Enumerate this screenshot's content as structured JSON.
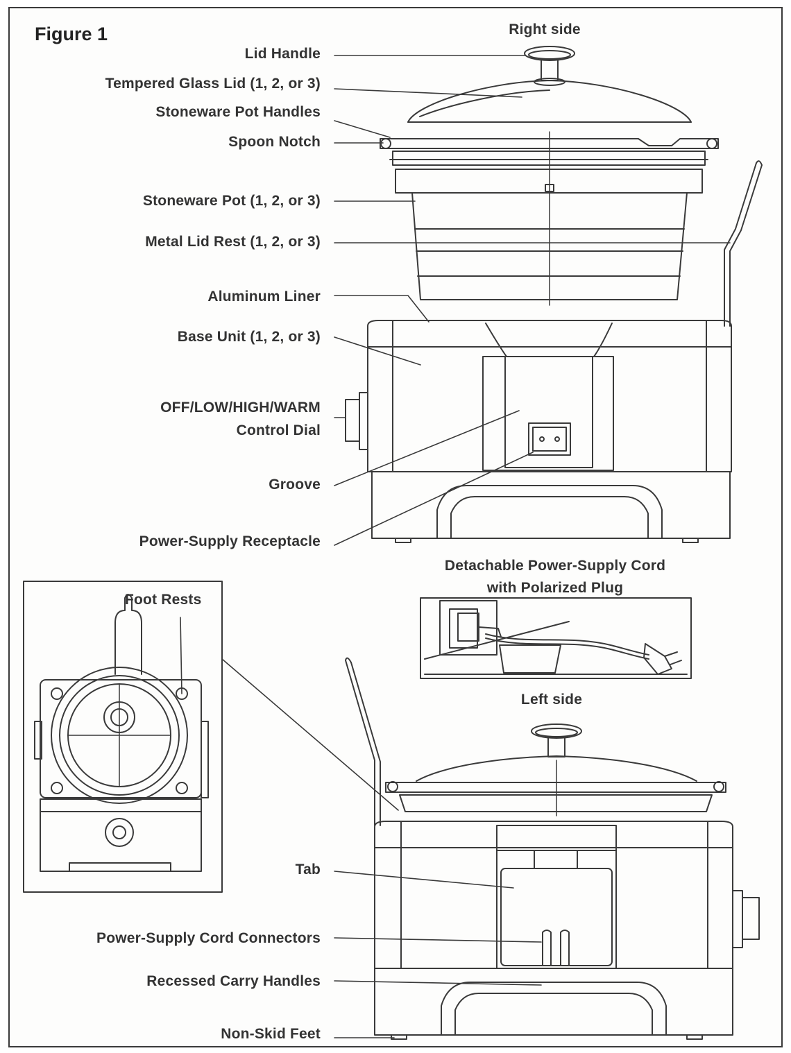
{
  "figure": {
    "title": "Figure 1",
    "right_side": "Right side",
    "left_side": "Left side",
    "callouts": {
      "lid_handle": "Lid Handle",
      "tempered_glass_lid": "Tempered Glass Lid (1, 2, or 3)",
      "stoneware_pot_handles": "Stoneware Pot Handles",
      "spoon_notch": "Spoon Notch",
      "stoneware_pot": "Stoneware Pot (1, 2, or 3)",
      "metal_lid_rest": "Metal Lid Rest (1, 2, or 3)",
      "aluminum_liner": "Aluminum Liner",
      "base_unit": "Base Unit (1, 2, or 3)",
      "control_dial": "OFF/LOW/HIGH/WARM\nControl Dial",
      "groove": "Groove",
      "power_supply_receptacle": "Power-Supply Receptacle",
      "detachable_cord": "Detachable Power-Supply Cord\nwith Polarized Plug",
      "foot_rests": "Foot Rests",
      "tab": "Tab",
      "cord_connectors": "Power-Supply Cord Connectors",
      "recessed_carry_handles": "Recessed Carry Handles",
      "non_skid_feet": "Non-Skid Feet"
    }
  }
}
